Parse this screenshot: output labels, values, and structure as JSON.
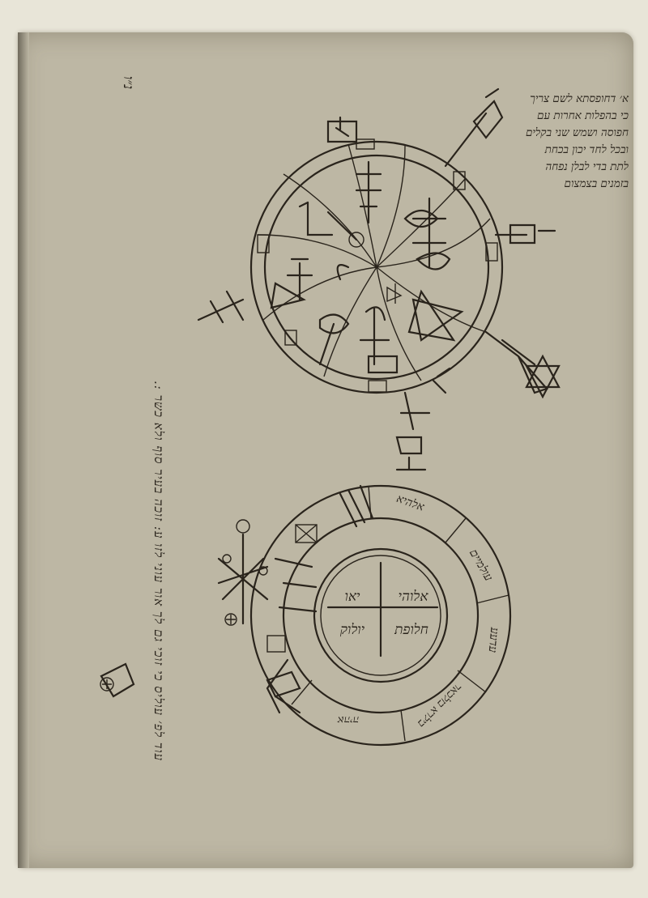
{
  "page": {
    "folio": "נ״ו"
  },
  "text_block": {
    "lines": [
      "א׳ דחופסתא לשם צריך",
      "כי בהפלות אחרות עם",
      "חפוסה ושמש שני בקלים",
      "ובכל לחד יכון בכחת",
      "לתת בדי לבלן נפחה",
      "בזמנים בצמצום"
    ]
  },
  "vertical_note": {
    "text": "עוד לפ׳ עוליס כי זוכי גם לך אור עוני לזו ע: זוכה בעיר סוף ולא כשר :."
  },
  "lower_seal": {
    "inner_quadrants": [
      "אלוהי",
      "יאו",
      "יולוק",
      "חלופת"
    ],
    "ring_segments": [
      "אלהיא",
      "עולמיים",
      "עדעע",
      "בילרא בזלכאר",
      "אהיה"
    ]
  },
  "colors": {
    "ink": "#2a241c",
    "parchment": "#bdb7a4",
    "margin": "#e8e5d8"
  },
  "icons": [
    "upper-seal-icon",
    "star-of-david-icon",
    "lower-seal-icon",
    "talisman-figure-icon"
  ]
}
